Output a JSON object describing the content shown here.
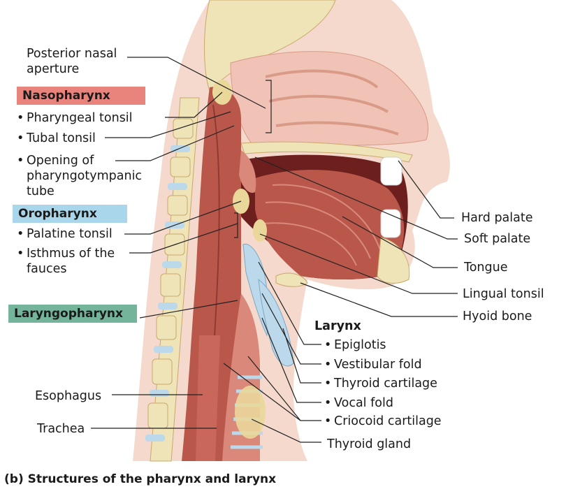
{
  "caption": "(b) Structures of the pharynx and larynx",
  "colors": {
    "nasopharynx_box": "#e8847c",
    "oropharynx_box": "#a9d6ea",
    "laryngopharynx_box": "#74b49a",
    "bone": "#efe3b8",
    "soft_tissue": "#e6b0a0",
    "muscle": "#b9574b",
    "cartilage": "#bcd9ec",
    "tonsil": "#ead79a",
    "nasal": "#f1c3b6"
  },
  "left_labels": {
    "posterior_nasal_aperture": "Posterior nasal aperture",
    "nasopharynx": "Nasopharynx",
    "pharyngeal_tonsil": "Pharyngeal tonsil",
    "tubal_tonsil": "Tubal tonsil",
    "opening_pharyngotympanic": "Opening of pharyngotympanic tube",
    "oropharynx": "Oropharynx",
    "palatine_tonsil": "Palatine tonsil",
    "isthmus": "Isthmus of the fauces",
    "laryngopharynx": "Laryngopharynx",
    "esophagus": "Esophagus",
    "trachea": "Trachea"
  },
  "right_labels": {
    "hard_palate": "Hard palate",
    "soft_palate": "Soft palate",
    "tongue": "Tongue",
    "lingual_tonsil": "Lingual tonsil",
    "hyoid_bone": "Hyoid bone",
    "thyroid_gland": "Thyroid gland"
  },
  "larynx": {
    "heading": "Larynx",
    "items": [
      "Epiglotis",
      "Vestibular fold",
      "Thyroid cartilage",
      "Vocal fold",
      "Criocoid cartilage"
    ]
  }
}
